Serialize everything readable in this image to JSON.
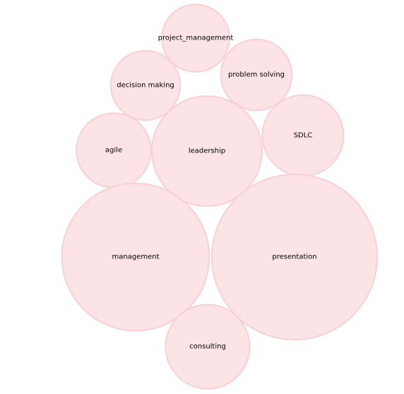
{
  "chart_data": {
    "type": "bubble",
    "title": "",
    "xlabel": "",
    "ylabel": "",
    "grid": false,
    "legend": "none",
    "colors": {
      "bubble_fill": "#fce4e6",
      "bubble_stroke": "#f9cfd6",
      "label_text": "#000000"
    },
    "bubbles": [
      {
        "label": "project_management",
        "value": 9.0
      },
      {
        "label": "problem solving",
        "value": 10.0
      },
      {
        "label": "decision making",
        "value": 9.5
      },
      {
        "label": "SDLC",
        "value": 13.0
      },
      {
        "label": "agile",
        "value": 11.0
      },
      {
        "label": "leadership",
        "value": 24.0
      },
      {
        "label": "management",
        "value": 43.0
      },
      {
        "label": "presentation",
        "value": 54.0
      },
      {
        "label": "consulting",
        "value": 14.0
      }
    ]
  }
}
